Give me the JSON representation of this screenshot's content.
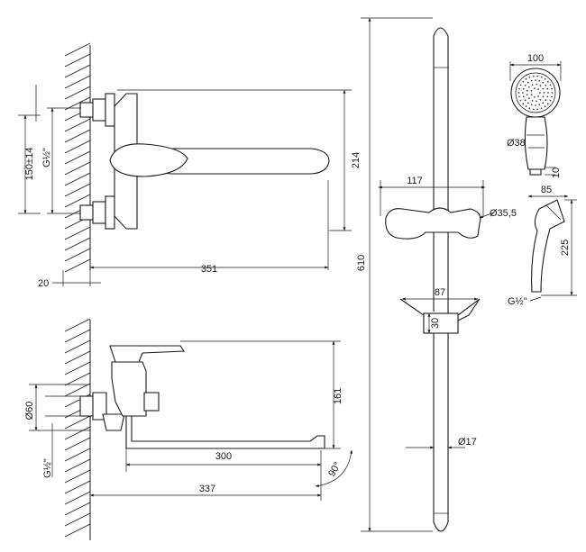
{
  "colors": {
    "stroke": "#1a1a1a",
    "background": "#ffffff"
  },
  "top_view": {
    "height_150": "150±14",
    "thread_g": "G½\"",
    "height_214": "214",
    "length_351": "351",
    "wall_20": "20"
  },
  "side_view": {
    "dia_60": "Ø60",
    "thread_g": "G½\"",
    "height_161": "161",
    "spout_300": "300",
    "length_337": "337",
    "angle_90": "90°"
  },
  "rail": {
    "height_610": "610",
    "width_117": "117",
    "dia_35": "Ø35,5",
    "width_87": "87",
    "height_30": "30",
    "dia_17": "Ø17"
  },
  "shower_head": {
    "width_100": "100",
    "dia_38": "Ø38",
    "thick_10": "10",
    "width_85": "85",
    "length_225": "225",
    "thread_g": "G½\""
  }
}
